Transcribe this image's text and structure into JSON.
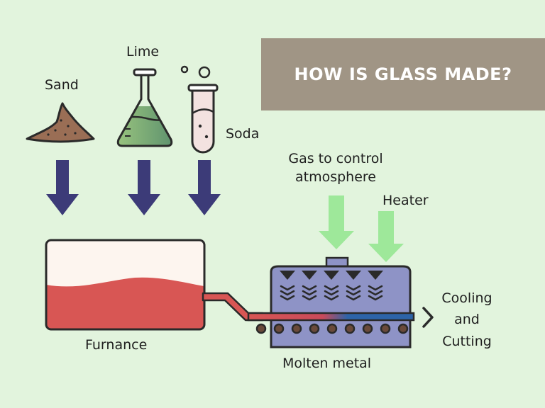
{
  "title": "HOW IS GLASS MADE?",
  "labels": {
    "sand": "Sand",
    "lime": "Lime",
    "soda": "Soda",
    "gas_line1": "Gas to control",
    "gas_line2": "atmosphere",
    "heater": "Heater",
    "furnace": "Furnance",
    "molten": "Molten metal",
    "cooling_line1": "Cooling",
    "cooling_line2": "and",
    "cooling_line3": "Cutting"
  },
  "colors": {
    "background": "#e2f4dd",
    "banner": "#a09585",
    "input_arrow": "#3c3b78",
    "gas_arrow": "#9ee89a",
    "molten_glass": "#d85654",
    "chamber": "#8e93c6",
    "tin_bath": "#2d64a8"
  }
}
